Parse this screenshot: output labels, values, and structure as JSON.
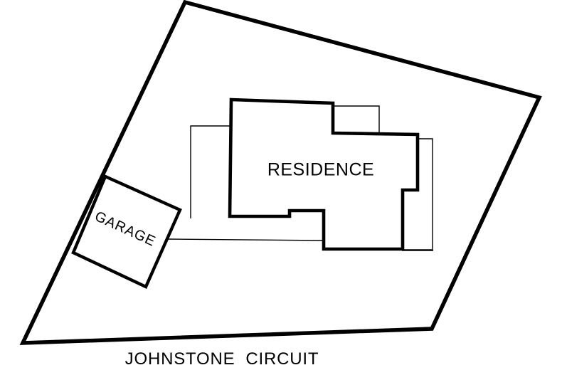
{
  "plan": {
    "buildings": [
      {
        "id": "residence",
        "label": "RESIDENCE"
      },
      {
        "id": "garage",
        "label": "GARAGE"
      }
    ],
    "street": {
      "label": "JOHNSTONE  CIRCUIT"
    }
  },
  "colors": {
    "line": "#000000",
    "background": "#ffffff"
  }
}
